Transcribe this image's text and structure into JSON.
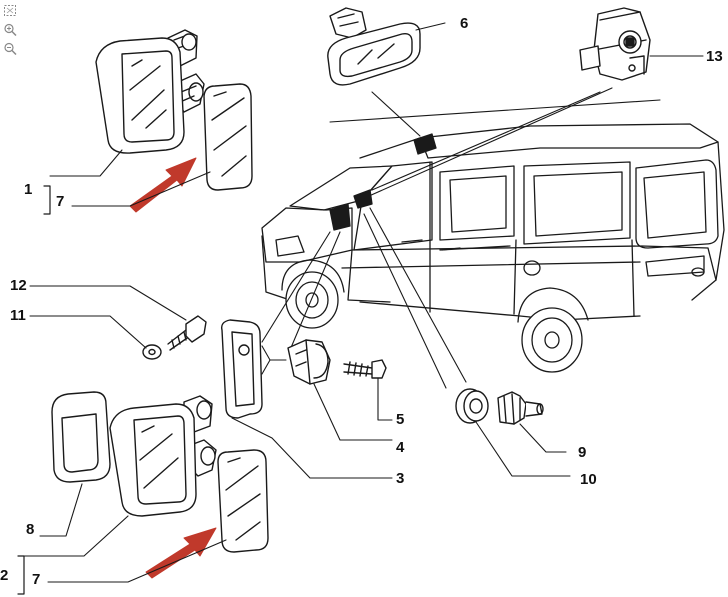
{
  "toolbar": {
    "icons": [
      "fit-screen-icon",
      "zoom-in-icon",
      "zoom-out-icon"
    ]
  },
  "callouts": {
    "c1": "1",
    "c2": "2",
    "c3": "3",
    "c4": "4",
    "c5": "5",
    "c6": "6",
    "c7a": "7",
    "c7b": "7",
    "c8": "8",
    "c9": "9",
    "c10": "10",
    "c11": "11",
    "c12": "12",
    "c13": "13"
  },
  "colors": {
    "line": "#1a1a1a",
    "arrow": "#c0392b",
    "tool": "#888888"
  }
}
